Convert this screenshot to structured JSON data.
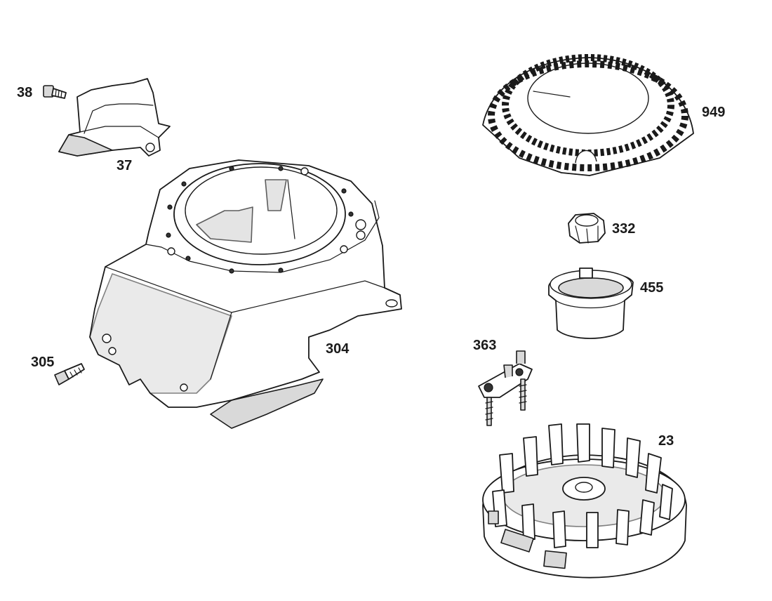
{
  "parts": [
    {
      "id": "p38",
      "label": "38"
    },
    {
      "id": "p37",
      "label": "37"
    },
    {
      "id": "p949",
      "label": "949"
    },
    {
      "id": "p332",
      "label": "332"
    },
    {
      "id": "p455",
      "label": "455"
    },
    {
      "id": "p304",
      "label": "304"
    },
    {
      "id": "p305",
      "label": "305"
    },
    {
      "id": "p363",
      "label": "363"
    },
    {
      "id": "p23",
      "label": "23"
    }
  ],
  "colors": {
    "line": "#1a1a1a",
    "background": "#ffffff",
    "shade": "#d9d9d9"
  }
}
